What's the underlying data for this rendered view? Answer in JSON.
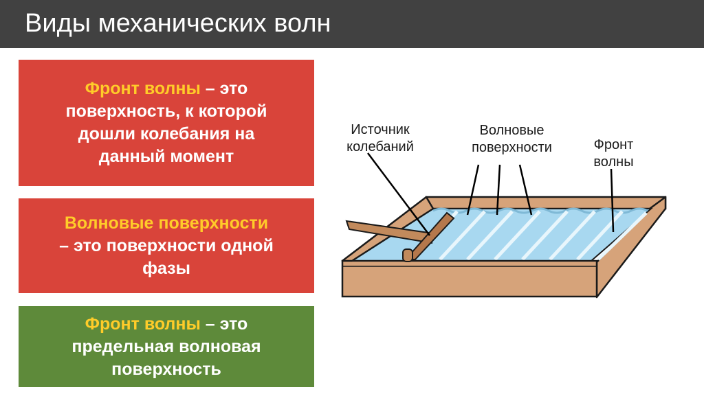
{
  "slide": {
    "title": "Виды механических волн"
  },
  "boxes": {
    "box1": {
      "term": "Фронт волны",
      "rest_line1": " – это",
      "line2": "поверхность, к которой",
      "line3": "дошли колебания на",
      "line4": "данный момент",
      "color": "#d9443a"
    },
    "box2": {
      "term": "Волновые поверхности",
      "line2": "– это поверхности одной",
      "line3": "фазы",
      "color": "#d9443a"
    },
    "box3": {
      "term": "Фронт волны",
      "rest_line1": " – это",
      "line2": "предельная волновая",
      "line3": "поверхность",
      "color": "#5e8a3a"
    }
  },
  "diagram": {
    "labels": {
      "source_line1": "Источник",
      "source_line2": "колебаний",
      "surfaces_line1": "Волновые",
      "surfaces_line2": "поверхности",
      "front_line1": "Фронт",
      "front_line2": "волны"
    },
    "colors": {
      "wood": "#d6a37a",
      "wood_dark": "#8a5a38",
      "water": "#a8d8f0",
      "wave_lines": "#e8f6fc"
    }
  },
  "colors": {
    "title_bar": "#414141",
    "highlight": "#ffcc29",
    "text_light": "#ffffff"
  }
}
